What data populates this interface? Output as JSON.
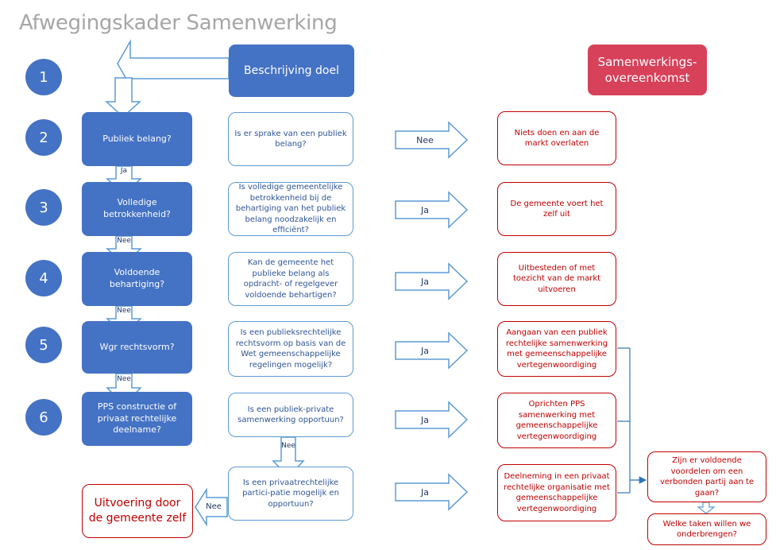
{
  "title": "Afwegingskader Samenwerking",
  "steps": [
    "1",
    "2",
    "3",
    "4",
    "5",
    "6"
  ],
  "start_box": "Beschrijving doel",
  "result_header": "Samenwerkings-\novereenkomst",
  "left_boxes": [
    "Publiek belang?",
    "Volledige betrokkenheid?",
    "Voldoende behartiging?",
    "Wgr rechtsvorm?",
    "PPS constructie of privaat rechtelijke deelname?"
  ],
  "questions": [
    "Is er sprake van een publiek belang?",
    "Is volledige gemeentelijke betrokkenheid bij de behartiging van het publiek belang noodzakelijk en efficiënt?",
    "Kan de gemeente het publieke belang als opdracht- of regelgever voldoende behartigen?",
    "Is een publieksrechtelijke rechtsvorm op basis van de Wet gemeenschappelijke regelingen mogelijk?",
    "Is een publiek-private samenwerking opportuun?",
    "Is een privaatrechtelijke partici-patie mogelijk en opportuun?"
  ],
  "outcomes": [
    "Niets doen en aan de markt overlaten",
    "De gemeente voert het zelf uit",
    "Uitbesteden of met toezicht van de markt uitvoeren",
    "Aangaan van een publiek rechtelijke samenwerking met gemeenschappelijke vertegenwoordiging",
    "Oprichten PPS samenwerking met gemeenschappelijke vertegenwoordiging",
    "Deelneming in een privaat rechtelijke organisatie met gemeenschappelijke vertegenwoordiging"
  ],
  "right_arrow_labels": [
    "Nee",
    "Ja",
    "Ja",
    "Ja",
    "Ja",
    "Ja"
  ],
  "down_arrow_labels": [
    "Ja",
    "Nee",
    "Nee",
    "Nee"
  ],
  "mid_down_label": "Nee",
  "left_arrow_label": "Nee",
  "self_execution": "Uitvoering door de gemeente zelf",
  "advantages_question": "Zijn er voldoende voordelen om een verbonden partij aan te gaan?",
  "tasks_question": "Welke taken willen we onderbrengen?",
  "colors": {
    "blue": "#4472c4",
    "blue_outline": "#5b9bd5",
    "red": "#c00000",
    "red_fill": "#d7415a",
    "title_gray": "#a6a6a6"
  }
}
